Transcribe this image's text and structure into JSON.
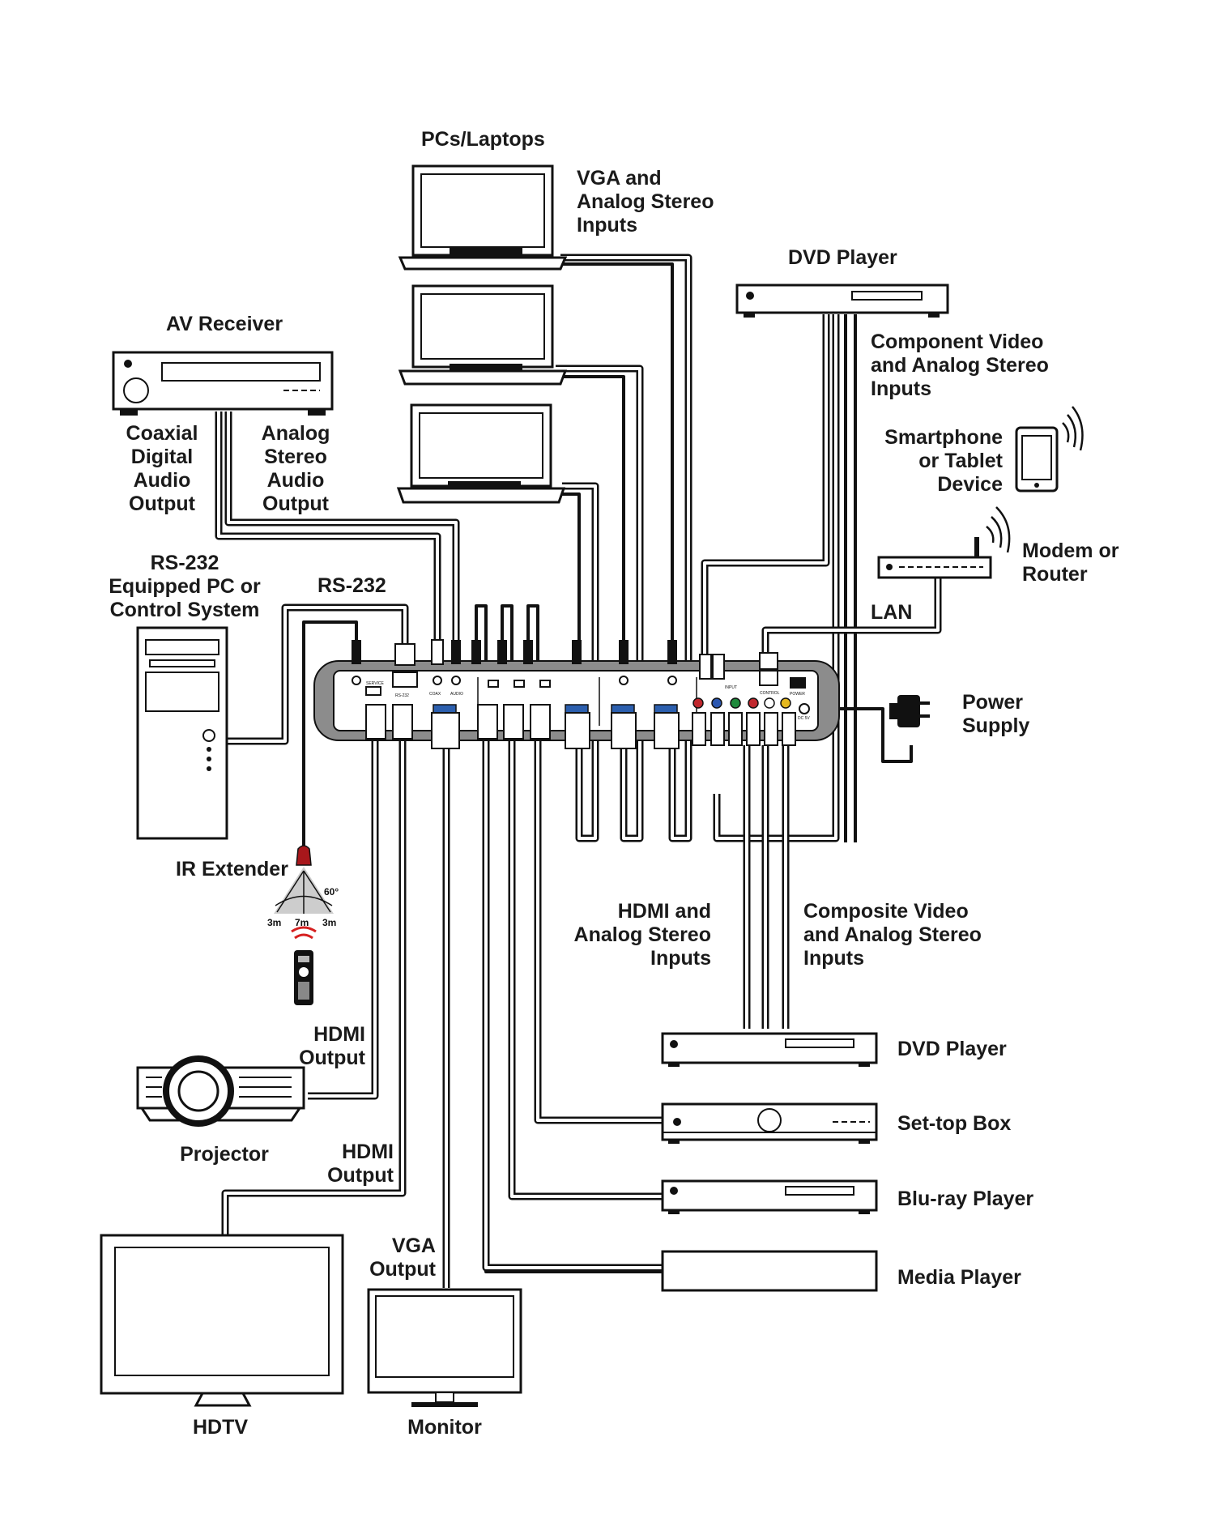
{
  "labels": {
    "pcs_laptops": "PCs/Laptops",
    "vga_inputs": [
      "VGA and",
      "Analog Stereo",
      "Inputs"
    ],
    "dvd_player_top": "DVD Player",
    "component_inputs": [
      "Component Video",
      "and Analog Stereo",
      "Inputs"
    ],
    "av_receiver": "AV Receiver",
    "coax_output": [
      "Coaxial",
      "Digital",
      "Audio",
      "Output"
    ],
    "analog_output": [
      "Analog",
      "Stereo",
      "Audio",
      "Output"
    ],
    "smartphone": [
      "Smartphone",
      "or Tablet",
      "Device"
    ],
    "modem": [
      "Modem or",
      "Router"
    ],
    "rs232_pc": [
      "RS-232",
      "Equipped PC or",
      "Control System"
    ],
    "rs232": "RS-232",
    "lan": "LAN",
    "power_supply": [
      "Power",
      "Supply"
    ],
    "ir_extender": "IR Extender",
    "ir_angle": "60°",
    "ir_dist_left": "3m",
    "ir_dist_mid": "7m",
    "ir_dist_right": "3m",
    "hdmi_inputs": [
      "HDMI and",
      "Analog Stereo",
      "Inputs"
    ],
    "composite_inputs": [
      "Composite Video",
      "and Analog Stereo",
      "Inputs"
    ],
    "hdmi_output_1": [
      "HDMI",
      "Output"
    ],
    "projector": "Projector",
    "hdmi_output_2": [
      "HDMI",
      "Output"
    ],
    "vga_output": [
      "VGA",
      "Output"
    ],
    "hdtv": "HDTV",
    "monitor": "Monitor",
    "dvd_player_bottom": "DVD Player",
    "settop_box": "Set-top Box",
    "bluray_player": "Blu-ray Player",
    "media_player": "Media Player"
  },
  "panel": {
    "service": "SERVICE",
    "rs232": "RS-232",
    "coax": "COAX",
    "audio": "AUDIO",
    "input": "INPUT",
    "control": "CONTROL",
    "power": "POWER",
    "dc": "DC 5V"
  },
  "colors": {
    "line": "#111111",
    "panel_bezel": "#8c8c8c",
    "panel_face": "#ffffff",
    "ir_signal": "#d62020",
    "ir_cone": "#c8c8c8",
    "rca_red": "#c0272d",
    "rca_green": "#1f8a3c",
    "rca_blue": "#2a56b0",
    "rca_yellow": "#e5b81f",
    "vga_blue": "#2c5fae"
  }
}
